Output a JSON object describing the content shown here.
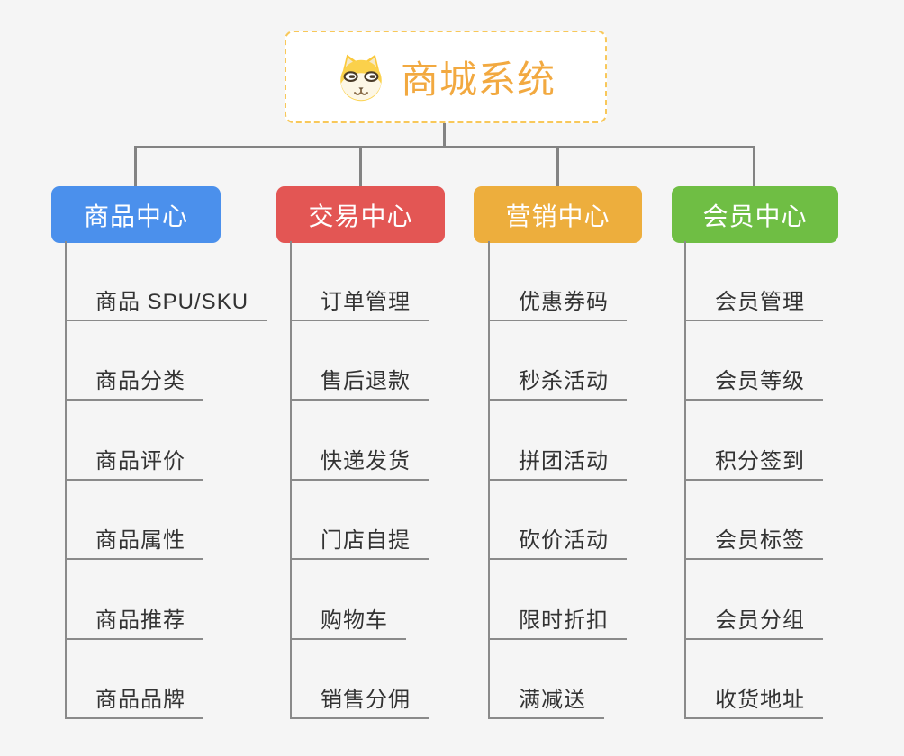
{
  "root": {
    "title": "商城系统",
    "icon": "shiba-dog-icon",
    "title_color": "#f2a940",
    "border_color": "#f8c85a"
  },
  "branches": [
    {
      "label": "商品中心",
      "color": "#4b90ec",
      "children": [
        "商品 SPU/SKU",
        "商品分类",
        "商品评价",
        "商品属性",
        "商品推荐",
        "商品品牌"
      ]
    },
    {
      "label": "交易中心",
      "color": "#e35654",
      "children": [
        "订单管理",
        "售后退款",
        "快递发货",
        "门店自提",
        "购物车",
        "销售分佣"
      ]
    },
    {
      "label": "营销中心",
      "color": "#edae3d",
      "children": [
        "优惠券码",
        "秒杀活动",
        "拼团活动",
        "砍价活动",
        "限时折扣",
        "满减送"
      ]
    },
    {
      "label": "会员中心",
      "color": "#6fbe44",
      "children": [
        "会员管理",
        "会员等级",
        "积分签到",
        "会员标签",
        "会员分组",
        "收货地址"
      ]
    }
  ],
  "connector_color": "#838383",
  "background_color": "#f5f5f5"
}
